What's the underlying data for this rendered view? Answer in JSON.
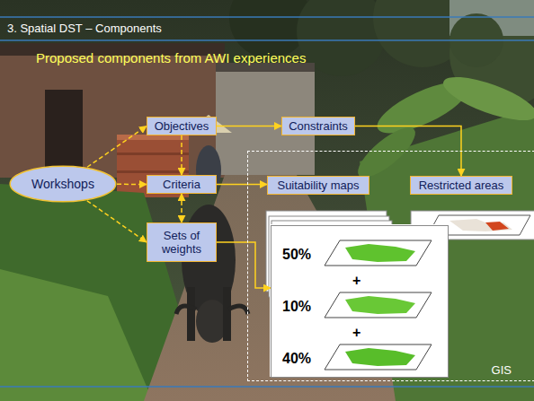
{
  "diagram": {
    "title": "3. Spatial DST – Components",
    "nodes": [
      {
        "text": [
          "Workshops"
        ]
      },
      {
        "text": [
          "Objectives"
        ]
      },
      {
        "text": [
          "Constraints"
        ]
      },
      {
        "text": [
          "Criteria"
        ]
      },
      {
        "text": [
          "Sets of weights"
        ]
      },
      {
        "text": [
          "GIS"
        ]
      },
      {
        "text": [
          "Suitability maps"
        ],
        "in": 5
      },
      {
        "text": [
          "Restricted areas"
        ],
        "in": 5
      },
      {
        "text": [
          "50%",
          "+",
          "10%",
          "+",
          "40%"
        ],
        "in": 5
      }
    ],
    "edges": [
      {
        "from": 0,
        "to": 1,
        "arrow": "to"
      },
      {
        "from": 0,
        "to": 3,
        "arrow": "to"
      },
      {
        "from": 0,
        "to": 4,
        "arrow": "to"
      },
      {
        "from": 1,
        "to": 3,
        "arrow": "to"
      },
      {
        "from": 3,
        "to": 4,
        "arrow": "both"
      },
      {
        "from": 1,
        "to": 2,
        "arrow": "to"
      },
      {
        "from": 2,
        "to": 7,
        "arrow": "to"
      },
      {
        "from": 3,
        "to": 6,
        "arrow": "to"
      },
      {
        "from": 4,
        "to": 8,
        "arrow": "to"
      }
    ],
    "labels": [
      "Proposed components from AWI experiences"
    ]
  }
}
